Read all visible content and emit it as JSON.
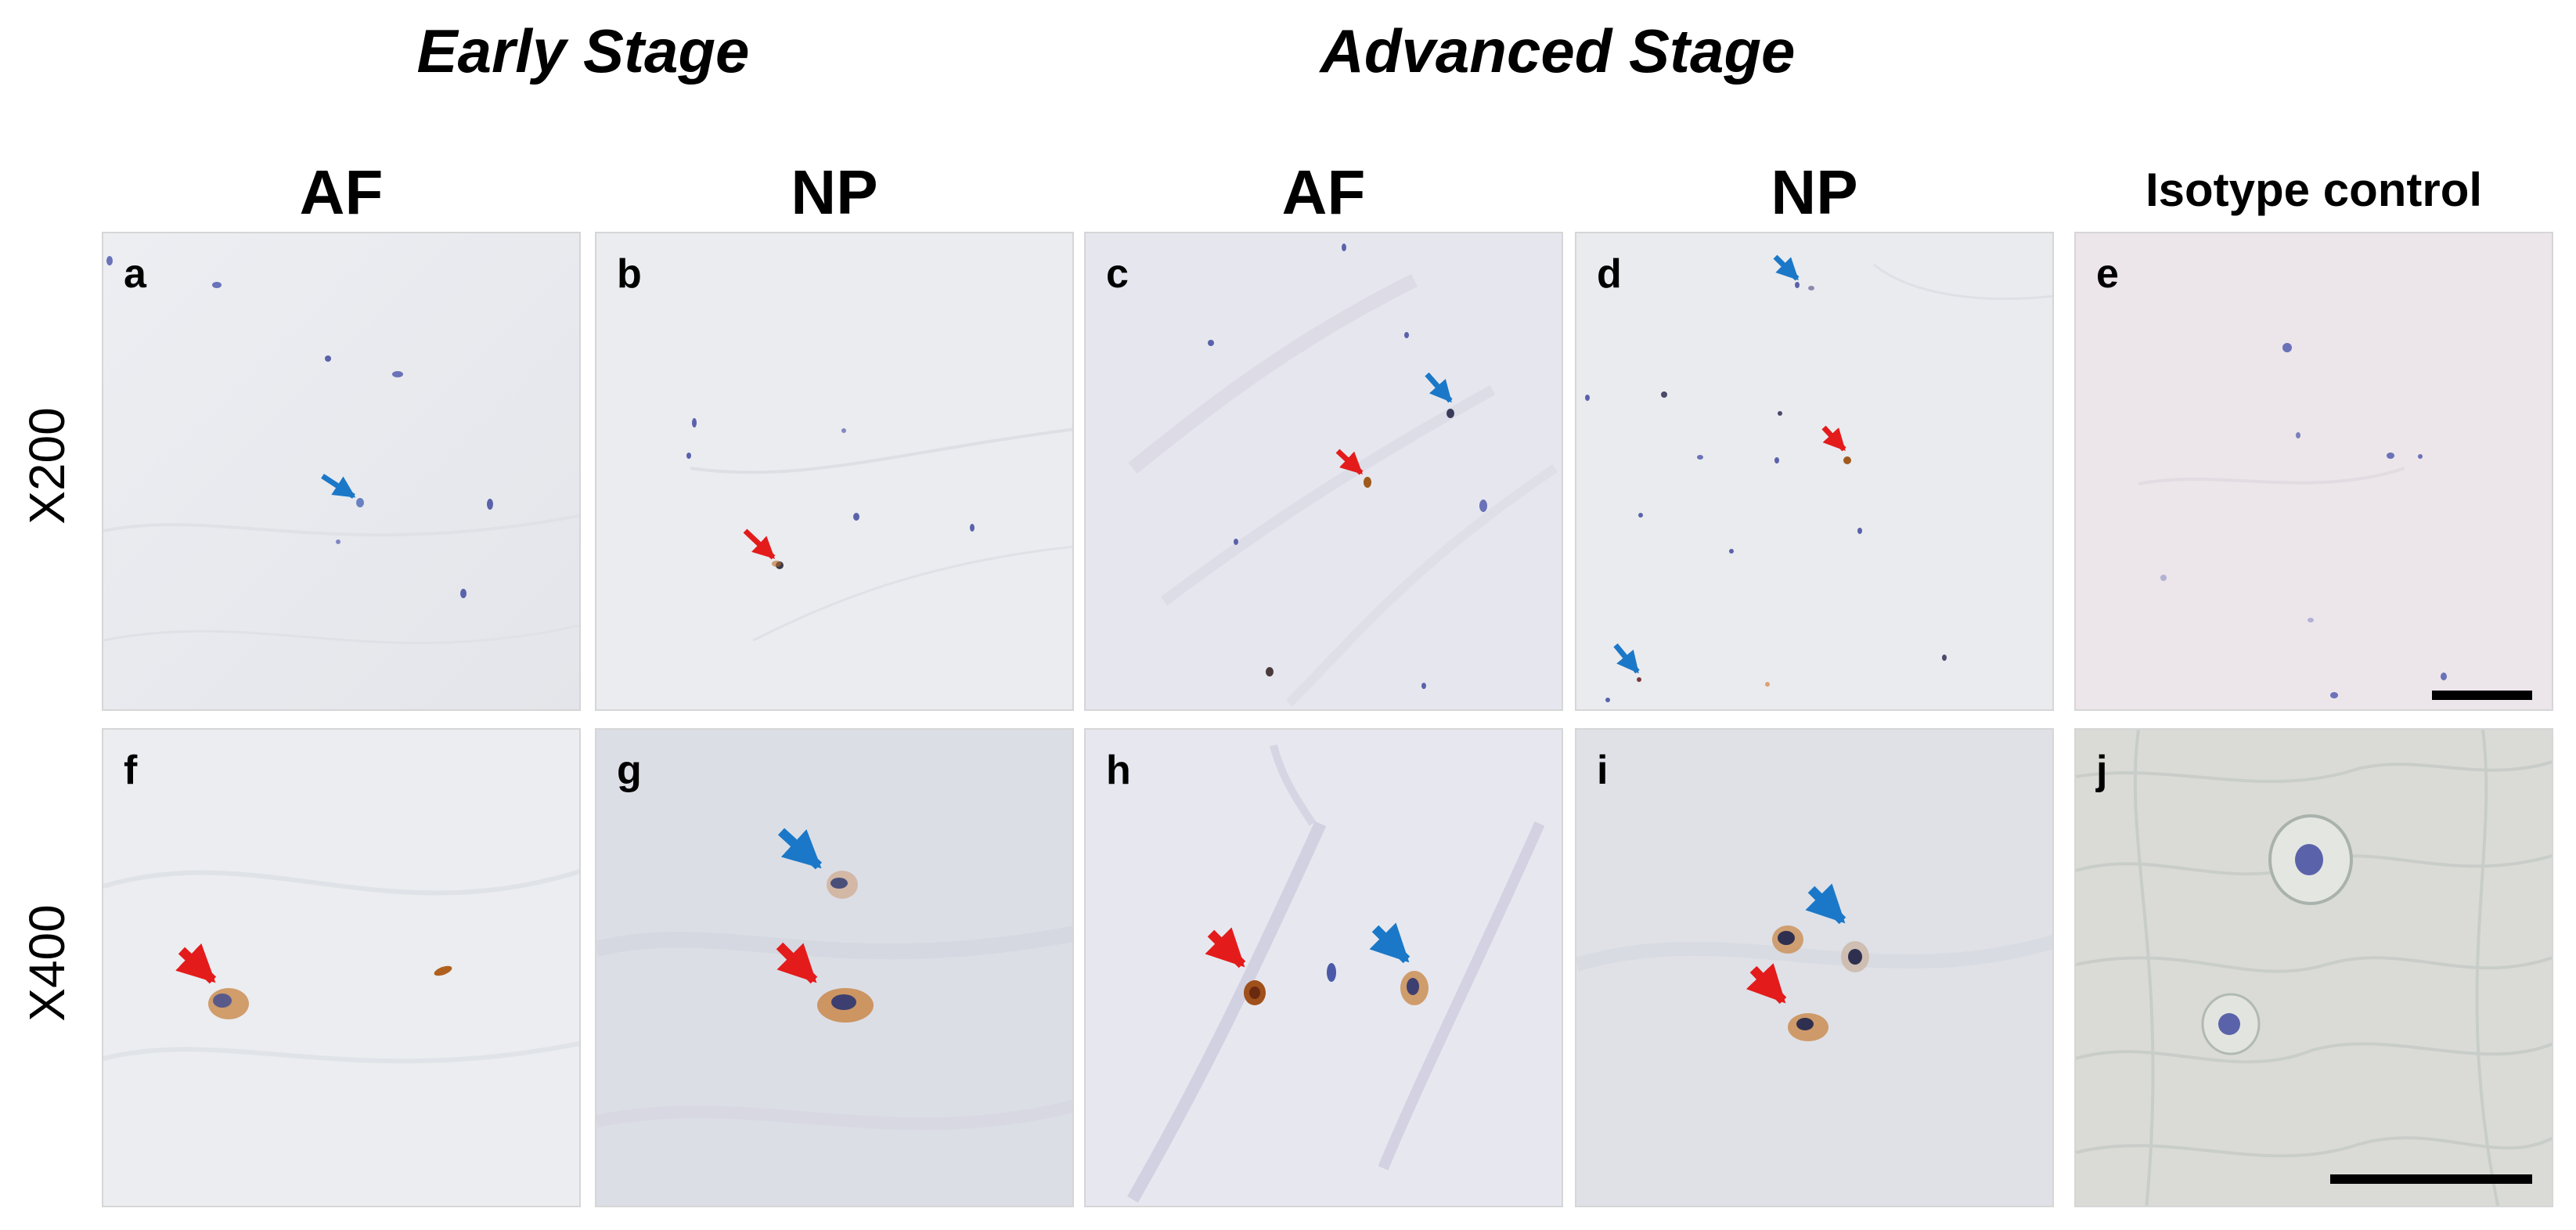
{
  "stage_titles": {
    "early": "Early Stage",
    "advanced": "Advanced Stage"
  },
  "column_headers": [
    "AF",
    "NP",
    "AF",
    "NP",
    "Isotype control"
  ],
  "row_labels": [
    "X200",
    "X400"
  ],
  "panel_letters": [
    "a",
    "b",
    "c",
    "d",
    "e",
    "f",
    "g",
    "h",
    "i",
    "j"
  ],
  "colors": {
    "arrow_positive": "#e41b1b",
    "arrow_negative": "#1b78c8",
    "nucleus": "#4a4f9a",
    "stain_brown": "#b86a2a",
    "panel_border": "#d6d6d6",
    "scale_bar": "#000000"
  }
}
